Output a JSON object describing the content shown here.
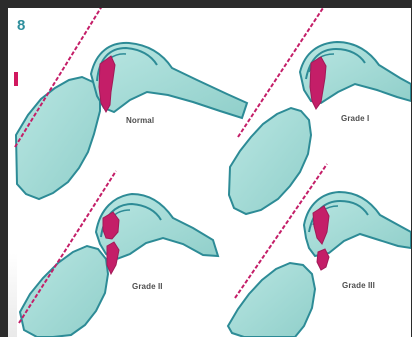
{
  "figure_number": "8",
  "panels": [
    {
      "label": "Normal"
    },
    {
      "label": "Grade I"
    },
    {
      "label": "Grade II"
    },
    {
      "label": "Grade III"
    }
  ],
  "colors": {
    "bone_fill": "#9fd7d2",
    "bone_stroke": "#2d8b96",
    "ligament": "#c41e68",
    "guide_line": "#c41e68",
    "label_text": "#4f4f4f"
  }
}
